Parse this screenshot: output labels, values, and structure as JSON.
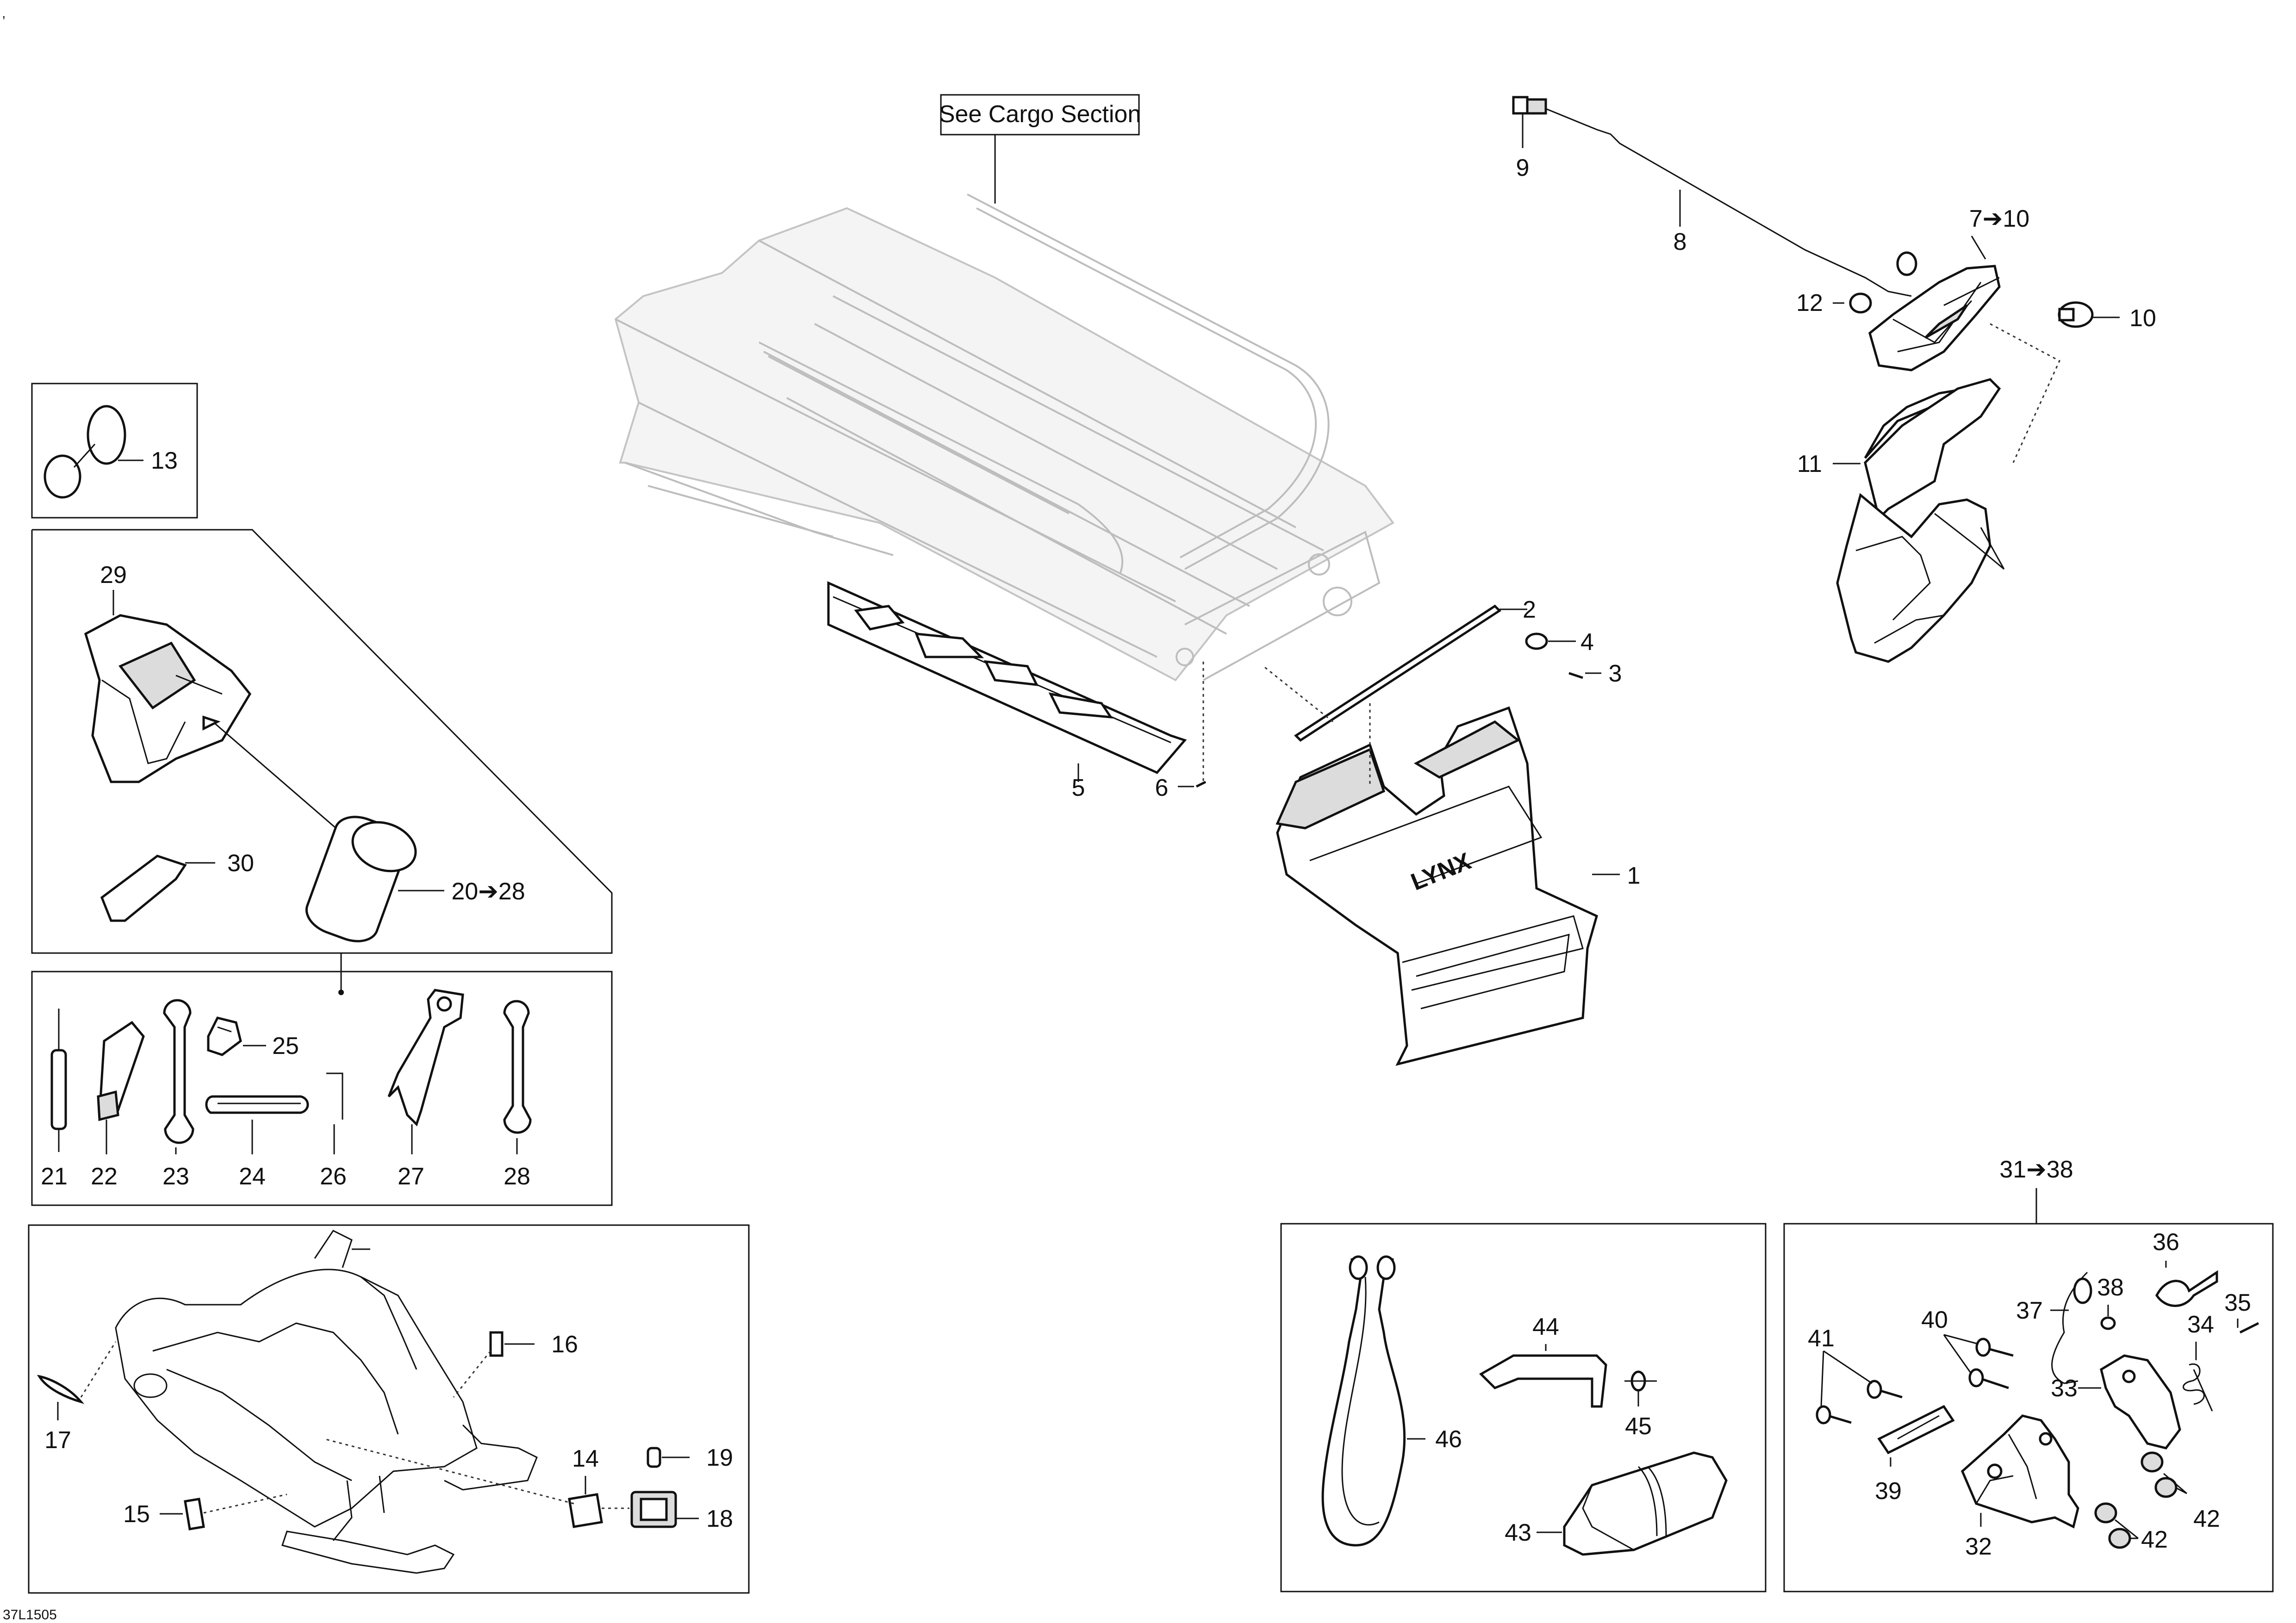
{
  "page_mark": ",",
  "drawing_code": "37L1505",
  "cargo_note": "See Cargo Section",
  "brand": "LYNX",
  "callouts": {
    "c1": "1",
    "c2": "2",
    "c3": "3",
    "c4": "4",
    "c5": "5",
    "c6": "6",
    "c7_10": "7➔10",
    "c8": "8",
    "c9": "9",
    "c10": "10",
    "c11": "11",
    "c12": "12",
    "c13": "13",
    "c14": "14",
    "c15": "15",
    "c16": "16",
    "c17": "17",
    "c18": "18",
    "c19": "19",
    "c20_28": "20➔28",
    "c21": "21",
    "c22": "22",
    "c23": "23",
    "c24": "24",
    "c25": "25",
    "c26": "26",
    "c27": "27",
    "c28": "28",
    "c29": "29",
    "c30": "30",
    "c31_38": "31➔38",
    "c32": "32",
    "c33": "33",
    "c34": "34",
    "c35": "35",
    "c36": "36",
    "c37": "37",
    "c38": "38",
    "c39": "39",
    "c40": "40",
    "c41": "41",
    "c42a": "42",
    "c42b": "42",
    "c43": "43",
    "c44": "44",
    "c45": "45",
    "c46": "46"
  }
}
